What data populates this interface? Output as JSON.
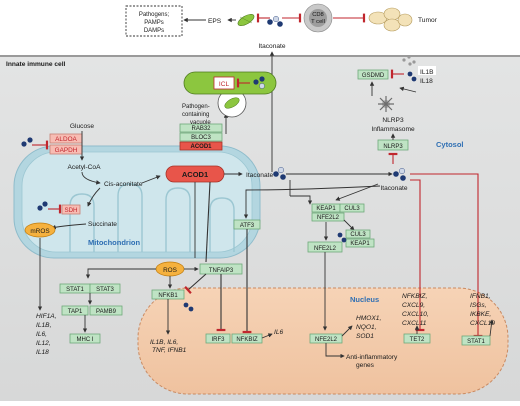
{
  "labels": {
    "cell": "Innate immune cell",
    "cytosol": "Cytosol",
    "nucleus": "Nucleus",
    "mitochondrion": "Mitochondrion",
    "pathogens": "Pathogens;",
    "pamps": "PAMPs",
    "damps": "DAMPs",
    "eps": "EPS",
    "itaconate": "Itaconate",
    "cd8": "CD8",
    "tcell": "T cell",
    "tumor": "Tumor",
    "glucose": "Glucose",
    "aldoa": "ALDOA",
    "gapdh": "GAPDH",
    "acetylcoa": "Acetyl-CoA",
    "cisaconitate": "Cis-aconitate",
    "sdh": "SDH",
    "succinate": "Succinate",
    "mros": "mROS",
    "acod1": "ACOD1",
    "rab32": "RAB32",
    "bloc3": "BLOC3",
    "icl": "ICL",
    "vacuole1": "Pathogen-",
    "vacuole2": "containing",
    "vacuole3": "vacuole",
    "gsdmd": "GSDMD",
    "il1b": "IL1B",
    "il18": "IL18",
    "nlrp3": "NLRP3",
    "inflammasome": "Inflammasome",
    "keap1": "KEAP1",
    "cul3": "CUL3",
    "nfe2l2": "NFE2L2",
    "ros": "ROS",
    "tnfaip3": "TNFAIP3",
    "stat1": "STAT1",
    "stat3": "STAT3",
    "tap1": "TAP1",
    "pamb9": "PAMB9",
    "mhc": "MHC I",
    "nfkb1": "NFKB1",
    "irf3": "IRF3",
    "atf3": "ATF3",
    "nfkbiz": "NFKBIZ",
    "il6": "IL6",
    "antiinflammatory1": "Anti-inflammatory",
    "antiinflammatory2": "genes",
    "tet2": "TET2"
  },
  "mros_targets": [
    "HIF1A,",
    "IL1B,",
    "IL6,",
    "IL12,",
    "IL18"
  ],
  "nfkb_targets": [
    "IL1B, IL6,",
    "TNF, IFNB1"
  ],
  "nrf2_targets": [
    "HMOX1,",
    "NQO1,",
    "SOD1"
  ],
  "tet2_targets": [
    "NFKBIZ,",
    "CXCL9,",
    "CXCL10,",
    "CXCL11"
  ],
  "stat1_targets": [
    "IFNB1,",
    "ISGs,",
    "IKBKE,",
    "CXCL10"
  ],
  "colors": {
    "protein_box": "#bfe3c4",
    "inhibited_target": "#f7bcb3",
    "acod1": "#e8554a",
    "ros": "#f5b13e",
    "itaconate": "#1f3a73",
    "inhibition_line": "#c0262d",
    "nucleus": "#f6d3b6",
    "mitochondrion": "#b3d6e0",
    "compartment_label": "#2f6fb3"
  }
}
